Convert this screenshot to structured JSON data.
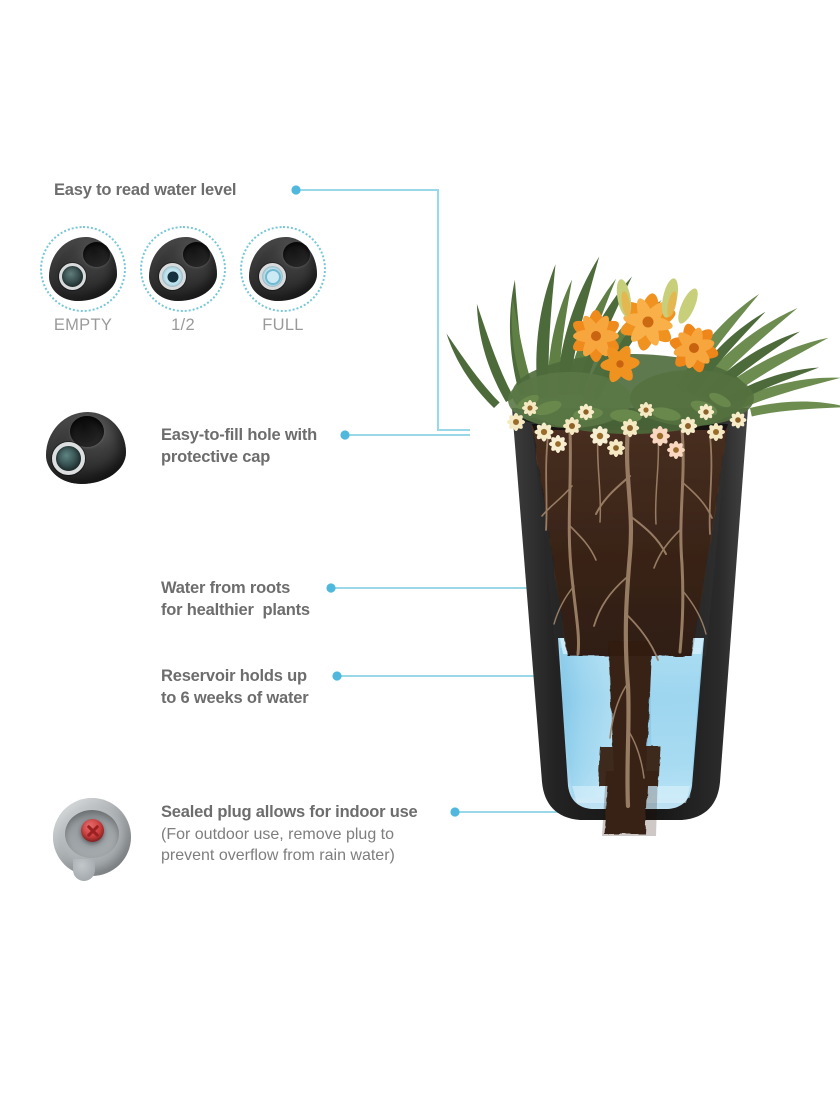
{
  "page": {
    "background": "#ffffff",
    "accent_line": "#9ad8e8",
    "accent_dot": "#4fb8dc",
    "heading_color": "#6d6d6d",
    "body_color": "#7e7e7e",
    "label_color": "#9a9a9a"
  },
  "water_level_section": {
    "heading": "Easy to read water level",
    "gauges": [
      {
        "label": "EMPTY",
        "state": "empty",
        "icon": "water-gauge-icon"
      },
      {
        "label": "1/2",
        "state": "half",
        "icon": "water-gauge-icon"
      },
      {
        "label": "FULL",
        "state": "full",
        "icon": "water-gauge-icon"
      }
    ]
  },
  "callouts": [
    {
      "id": "fill-hole",
      "icon": "fill-hole-icon",
      "line1": "Easy-to-fill hole with",
      "line2": "protective cap"
    },
    {
      "id": "water-from-roots",
      "line1": "Water from roots",
      "line2": "for healthier  plants"
    },
    {
      "id": "reservoir",
      "line1": "Reservoir holds up",
      "line2": "to 6 weeks of water"
    },
    {
      "id": "sealed-plug",
      "icon": "sealed-plug-icon",
      "line1": "Sealed plug allows for indoor use",
      "line2": "(For outdoor use, remove plug to",
      "line3": "prevent overflow from rain water)"
    }
  ],
  "product_illustration": {
    "name": "self-watering-planter-cutaway",
    "colors": {
      "planter_body": "#1e1e1e",
      "planter_body_light": "#3a3a3a",
      "soil": "#4a3524",
      "soil_dark": "#2f2015",
      "root": "#8d7258",
      "water": "#8ed0ef",
      "water_light": "#bfe5f7",
      "flower_orange": "#f08a1e",
      "flower_cream": "#f3e6b8",
      "foliage_green": "#5f7a45",
      "foliage_dark": "#3d5230"
    }
  }
}
